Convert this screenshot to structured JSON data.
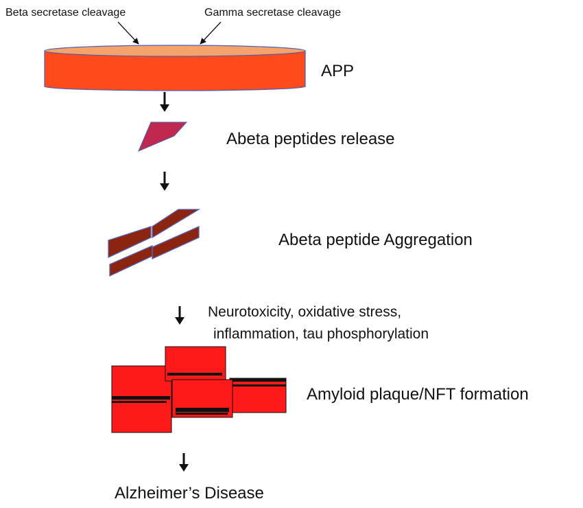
{
  "labels": {
    "beta_cleavage": "Beta secretase cleavage",
    "gamma_cleavage": "Gamma secretase cleavage",
    "app": "APP",
    "release": "Abeta peptides release",
    "aggregation": "Abeta peptide Aggregation",
    "mechanisms_line1": "Neurotoxicity, oxidative stress,",
    "mechanisms_line2": "inflammation, tau phosphorylation",
    "plaque": "Amyloid plaque/NFT formation",
    "disease": "Alzheimer’s Disease"
  },
  "colors": {
    "membrane_side": "#ff4a1c",
    "membrane_top": "#f5a36a",
    "peptide": "#c0284f",
    "aggregate": "#8b2510",
    "aggregate_edge": "#5566bb",
    "plaque": "#ff1a1a",
    "arrow": "#111111"
  }
}
